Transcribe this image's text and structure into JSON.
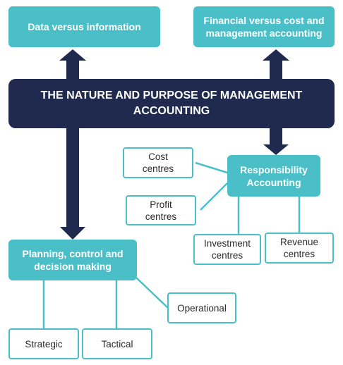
{
  "diagram": {
    "center_title": "THE NATURE AND PURPOSE OF MANAGEMENT\nACCOUNTING",
    "data_vs_info": "Data versus information",
    "fin_vs_cost": "Financial versus cost and\nmanagement accounting",
    "responsibility": "Responsibility\nAccounting",
    "cost_centres": "Cost\ncentres",
    "profit_centres": "Profit\ncentres",
    "investment_centres": "Investment\ncentres",
    "revenue_centres": "Revenue\ncentres",
    "planning": "Planning, control and\ndecision making",
    "strategic": "Strategic",
    "tactical": "Tactical",
    "operational": "Operational"
  },
  "colors": {
    "navy": "#1f2a4e",
    "teal": "#4bbfc8",
    "outline_text": "#2b2b2b"
  }
}
